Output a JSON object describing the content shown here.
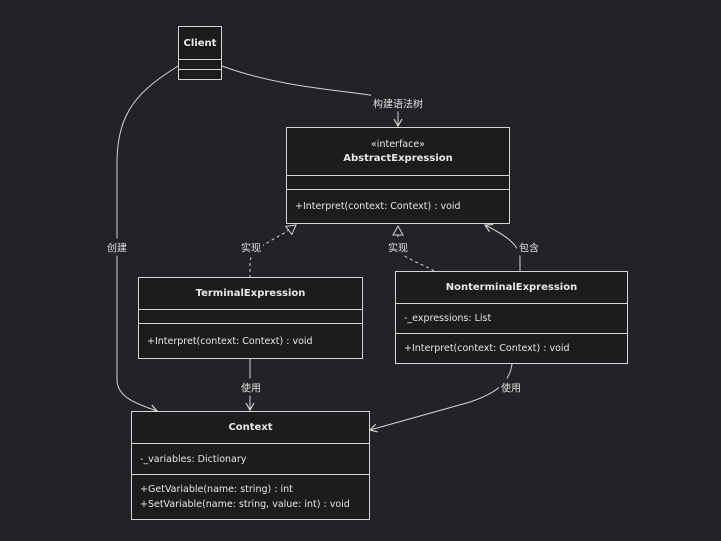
{
  "classes": {
    "client": {
      "name": "Client"
    },
    "abstract_expression": {
      "stereotype": "«interface»",
      "name": "AbstractExpression",
      "methods": [
        "+Interpret(context: Context) : void"
      ]
    },
    "terminal_expression": {
      "name": "TerminalExpression",
      "methods": [
        "+Interpret(context: Context) : void"
      ]
    },
    "nonterminal_expression": {
      "name": "NonterminalExpression",
      "fields": [
        "-_expressions: List"
      ],
      "methods": [
        "+Interpret(context: Context) : void"
      ]
    },
    "context": {
      "name": "Context",
      "fields": [
        "-_variables: Dictionary"
      ],
      "methods": [
        "+GetVariable(name: string) : int",
        "+SetVariable(name: string, value: int) : void"
      ]
    }
  },
  "relations": {
    "client_builds_tree": "构建语法树",
    "client_creates_context": "创建",
    "terminal_implements": "实现",
    "nonterminal_implements": "实现",
    "nonterminal_contains": "包含",
    "terminal_uses_context": "使用",
    "nonterminal_uses_context": "使用"
  },
  "colors": {
    "background": "#222326",
    "box_fill": "#1c1c1e",
    "stroke": "#d4d4d4",
    "text": "#e8e8e8"
  }
}
